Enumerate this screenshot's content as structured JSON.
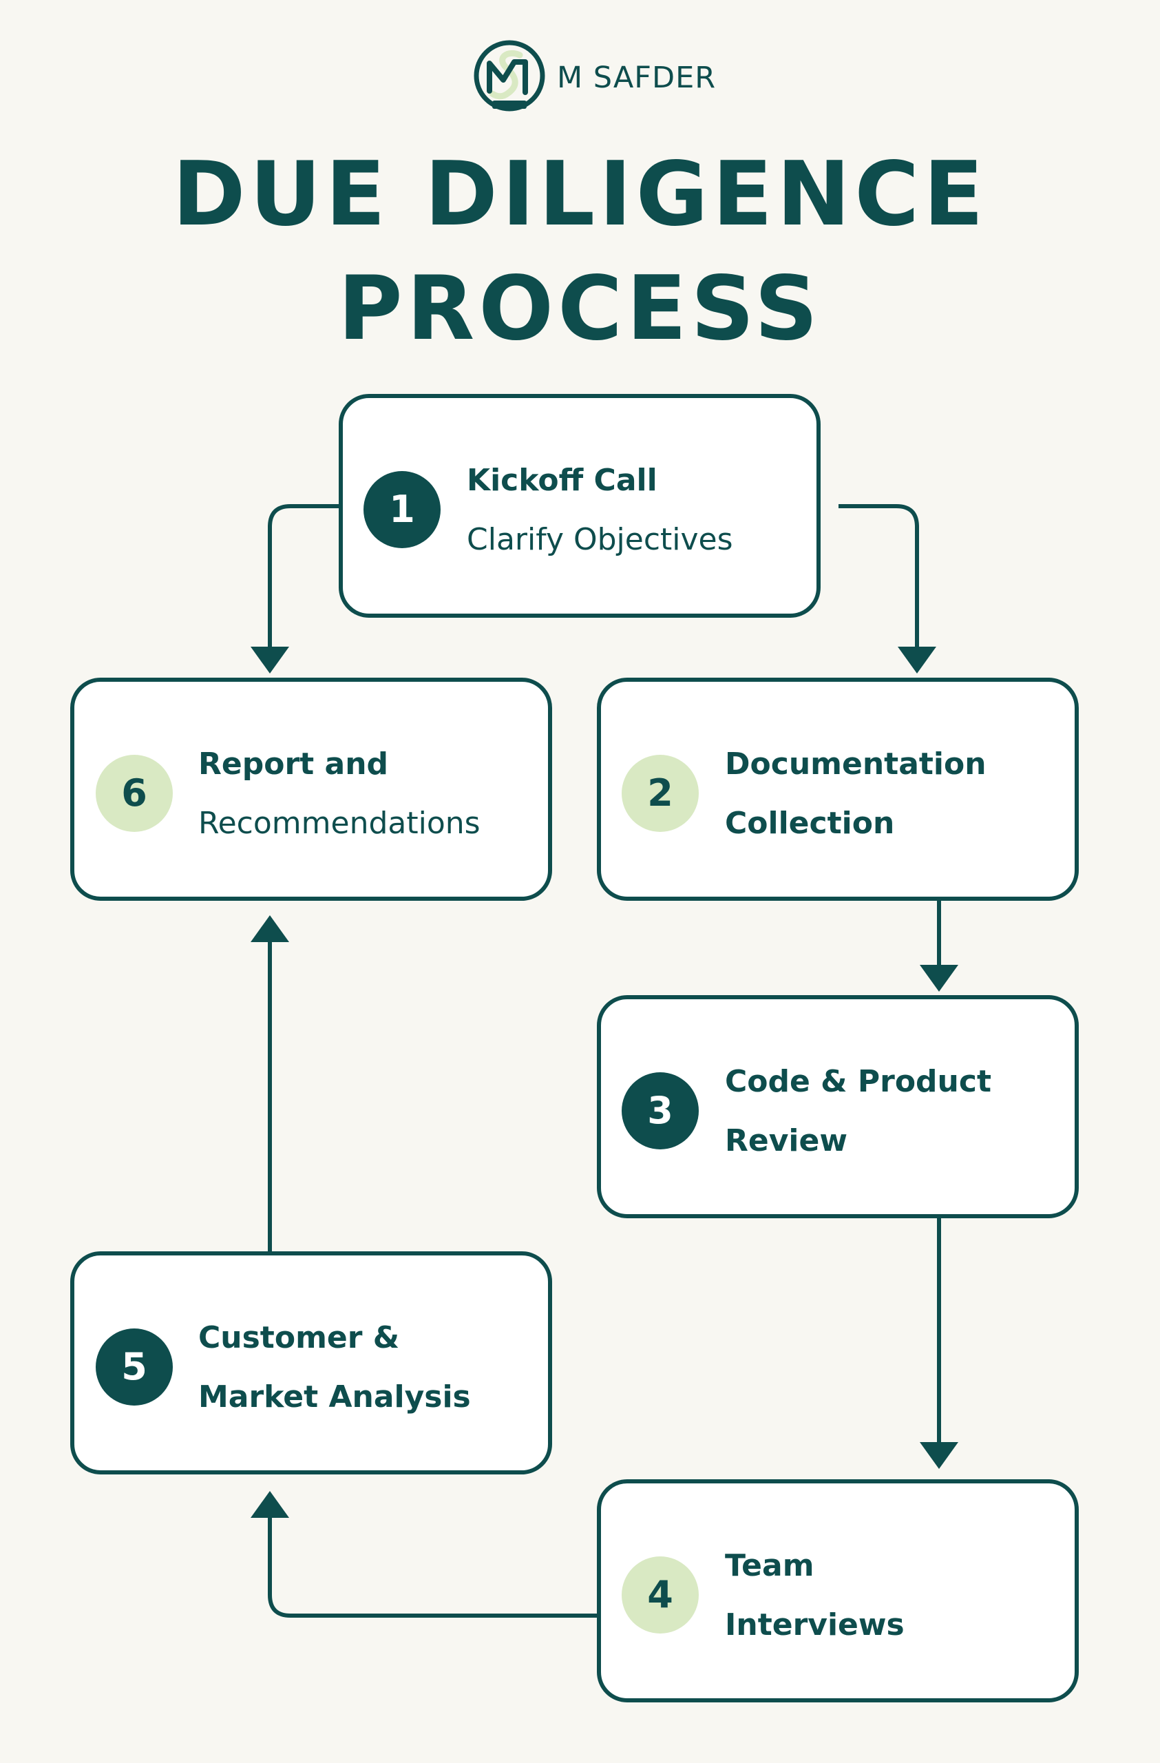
{
  "brand": {
    "name": "M SAFDER",
    "logo_icon": "ms-monogram-logo-icon"
  },
  "title": {
    "line1": "DUE DILIGENCE",
    "line2": "PROCESS"
  },
  "colors": {
    "primary": "#0e4d4d",
    "accent_light": "#d9e9c3",
    "background": "#f8f7f2",
    "box_fill": "#ffffff"
  },
  "steps": [
    {
      "number": "1",
      "line1": "Kickoff Call",
      "line2": "Clarify Objectives"
    },
    {
      "number": "2",
      "line1": "Documentation",
      "line2": "Collection"
    },
    {
      "number": "3",
      "line1": "Code & Product",
      "line2": "Review"
    },
    {
      "number": "4",
      "line1": "Team",
      "line2": "Interviews"
    },
    {
      "number": "5",
      "line1": "Customer &",
      "line2": "Market Analysis"
    },
    {
      "number": "6",
      "line1": "Report and",
      "line2": "Recommendations"
    }
  ],
  "flow": [
    {
      "from": "1",
      "to": "2"
    },
    {
      "from": "2",
      "to": "3"
    },
    {
      "from": "3",
      "to": "4"
    },
    {
      "from": "4",
      "to": "5"
    },
    {
      "from": "5",
      "to": "6"
    },
    {
      "from": "1",
      "to": "6"
    }
  ]
}
